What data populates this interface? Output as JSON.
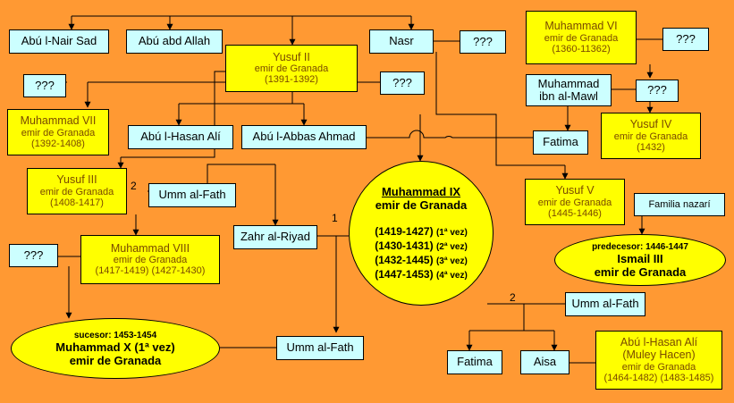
{
  "persons": {
    "abu_nair": "Abú l-Nair Sad",
    "abu_abd": "Abú abd Allah",
    "yusuf2": [
      "Yusuf II",
      "emir de Granada",
      "(1391-1392)"
    ],
    "nasr": "Nasr",
    "unk_nasr": "???",
    "muhammad6": [
      "Muhammad VI",
      "emir de Granada",
      "(1360-11362)"
    ],
    "unk_m6": "???",
    "unk_y2_right": "???",
    "unk_left": "???",
    "mawl": [
      "Muhammad",
      "ibn al-Mawl"
    ],
    "unk_mawl": "???",
    "muhammad7": [
      "Muhammad VII",
      "emir de Granada",
      "(1392-1408)"
    ],
    "abu_hasan1": "Abú l-Hasan Alí",
    "abu_abbas": "Abú l-Abbas Ahmad",
    "fatima1": "Fatima",
    "yusuf4": [
      "Yusuf IV",
      "emir de Granada",
      "(1432)"
    ],
    "yusuf3": [
      "Yusuf III",
      "emir de Granada",
      "(1408-1417)"
    ],
    "umm1": "Umm al-Fath",
    "yusuf5": [
      "Yusuf V",
      "emir de Granada",
      "(1445-1446)"
    ],
    "familia": "Familia nazarí",
    "zahr": "Zahr al-Riyad",
    "muhammad8": [
      "Muhammad VIII",
      "emir de Granada",
      "(1417-1419) (1427-1430)"
    ],
    "unk_m8": "???",
    "muhammad9": {
      "name": "Muhammad IX",
      "title": "emir de Granada",
      "reigns": [
        {
          "years": "(1419-1427)",
          "ord": "(1ª vez)"
        },
        {
          "years": "(1430-1431)",
          "ord": "(2ª vez)"
        },
        {
          "years": "(1432-1445)",
          "ord": "(3ª vez)"
        },
        {
          "years": "(1447-1453)",
          "ord": "(4ª vez)"
        }
      ]
    },
    "ismail3": {
      "pre": "predecesor: 1446-1447",
      "name": "Ismail III",
      "title": "emir de Granada"
    },
    "muhammad10": {
      "pre": "sucesor: 1453-1454",
      "name": "Muhammad X (1ª vez)",
      "title": "emir de Granada"
    },
    "umm2": "Umm al-Fath",
    "umm3": "Umm al-Fath",
    "fatima2": "Fatima",
    "aisa": "Aisa",
    "abu_hasan2": [
      "Abú l-Hasan Alí",
      "(Muley Hacen)",
      "emir de Granada",
      "(1464-1482) (1483-1485)"
    ]
  },
  "marriage_numbers": {
    "yusuf3": "2",
    "zahr": "1",
    "m9": "2"
  }
}
